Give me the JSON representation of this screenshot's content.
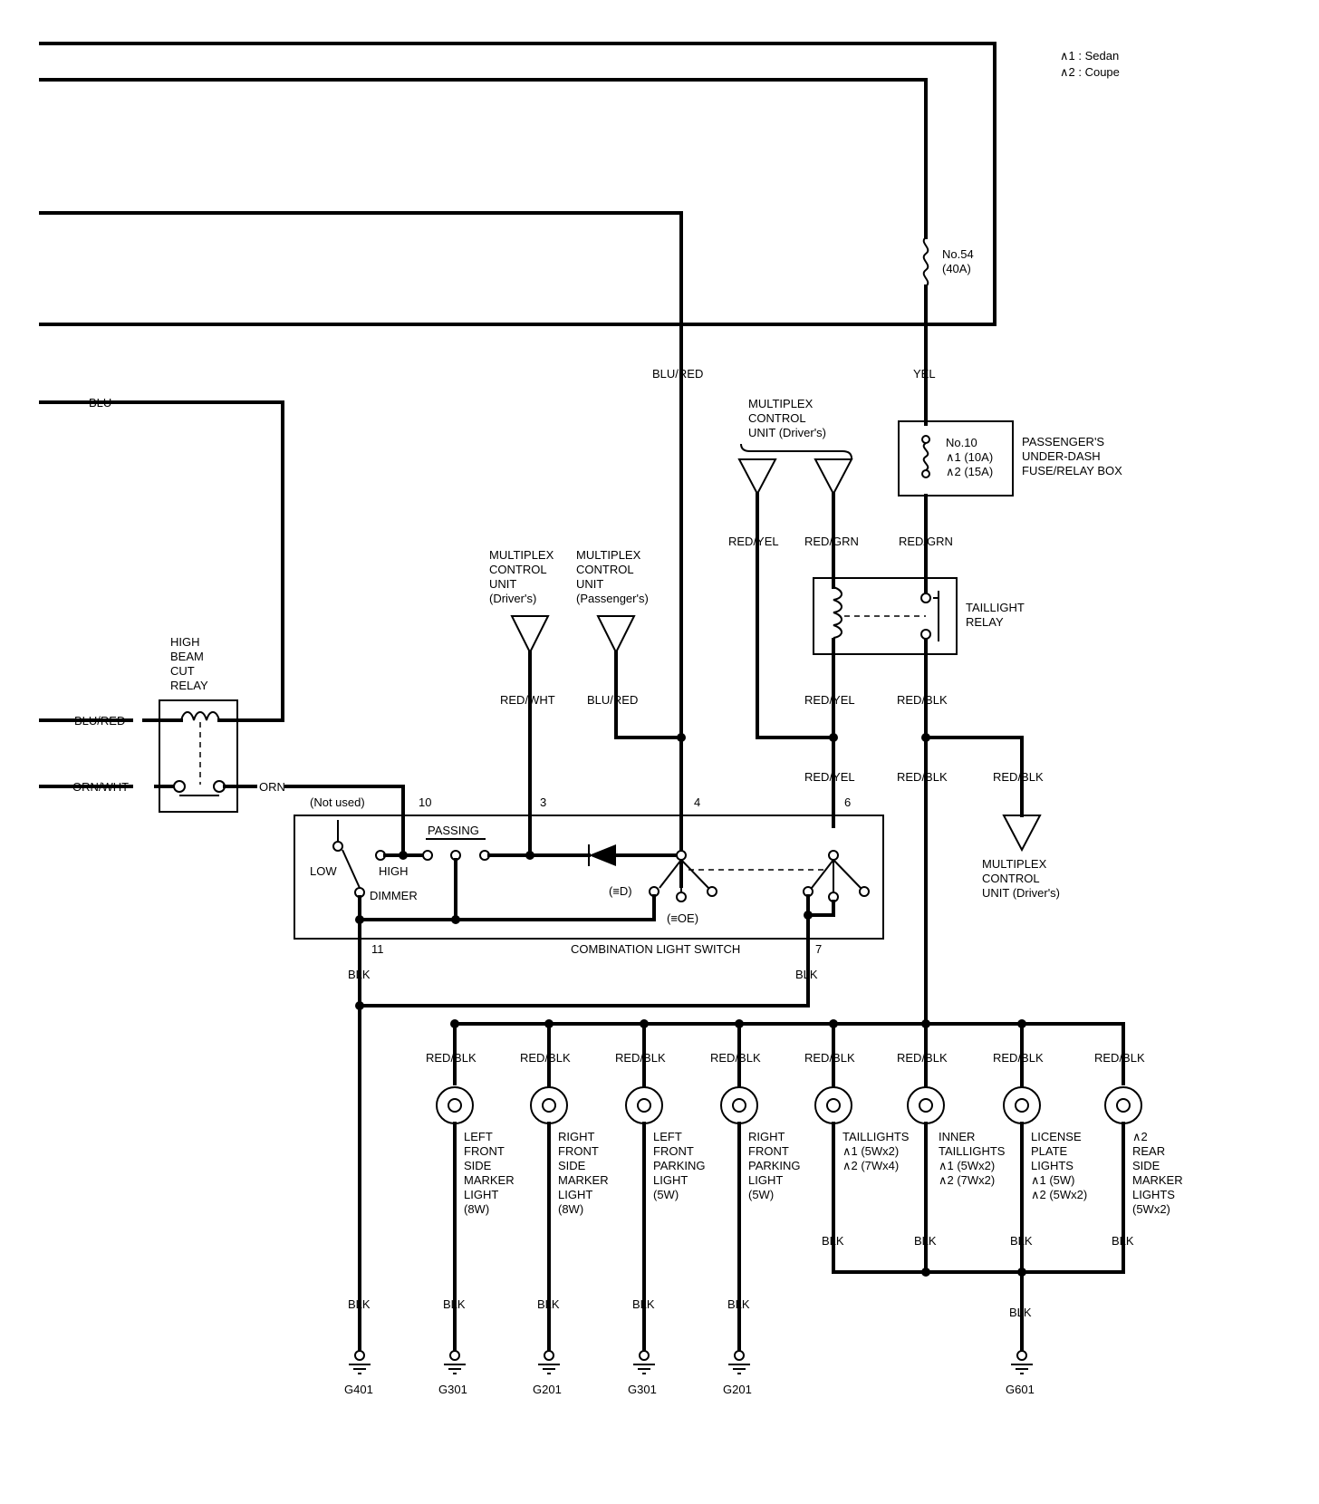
{
  "legend": {
    "l1": "∧1 : Sedan",
    "l2": "∧2 : Coupe"
  },
  "fuse54": {
    "name": "No.54",
    "rating": "(40A)"
  },
  "fuse10": {
    "name": "No.10",
    "r1": "∧1 (10A)",
    "r2": "∧2 (15A)"
  },
  "fusebox": {
    "l1": "PASSENGER'S",
    "l2": "UNDER-DASH",
    "l3": "FUSE/RELAY BOX"
  },
  "taillight_relay": {
    "l1": "TAILLIGHT",
    "l2": "RELAY"
  },
  "high_beam_relay": {
    "l1": "HIGH",
    "l2": "BEAM",
    "l3": "CUT",
    "l4": "RELAY"
  },
  "mcu_top": {
    "l1": "MULTIPLEX",
    "l2": "CONTROL",
    "l3": "UNIT (Driver's)"
  },
  "mcu_driver": {
    "l1": "MULTIPLEX",
    "l2": "CONTROL",
    "l3": "UNIT",
    "l4": "(Driver's)"
  },
  "mcu_passenger": {
    "l1": "MULTIPLEX",
    "l2": "CONTROL",
    "l3": "UNIT",
    "l4": "(Passenger's)"
  },
  "mcu_right": {
    "l1": "MULTIPLEX",
    "l2": "CONTROL",
    "l3": "UNIT (Driver's)"
  },
  "wires": {
    "blu": "BLU",
    "blu_red_top": "BLU/RED",
    "yel": "YEL",
    "red_yel_a": "RED/YEL",
    "red_grn_a": "RED/GRN",
    "red_grn_b": "RED/GRN",
    "red_yel_b": "RED/YEL",
    "red_blk_a": "RED/BLK",
    "red_yel_c": "RED/YEL",
    "red_blk_b": "RED/BLK",
    "red_blk_c": "RED/BLK",
    "red_wht": "RED/WHT",
    "blu_red_mcu": "BLU/RED",
    "blu_red_relay": "BLU/RED",
    "orn_wht": "ORN/WHT",
    "orn": "ORN",
    "blk_11": "BLK",
    "blk_7": "BLK"
  },
  "switch": {
    "title": "COMBINATION LIGHT SWITCH",
    "not_used": "(Not used)",
    "passing": "PASSING",
    "low": "LOW",
    "high": "HIGH",
    "dimmer": "DIMMER",
    "pos1": "(≡D)",
    "pos2": "(≡OE)",
    "pin10": "10",
    "pin3": "3",
    "pin4": "4",
    "pin6": "6",
    "pin11": "11",
    "pin7": "7"
  },
  "lights": [
    {
      "wire": "RED/BLK",
      "l1": "LEFT",
      "l2": "FRONT",
      "l3": "SIDE",
      "l4": "MARKER",
      "l5": "LIGHT",
      "l6": "(8W)",
      "gnd_wire": "BLK",
      "gnd": "G301"
    },
    {
      "wire": "RED/BLK",
      "l1": "RIGHT",
      "l2": "FRONT",
      "l3": "SIDE",
      "l4": "MARKER",
      "l5": "LIGHT",
      "l6": "(8W)",
      "gnd_wire": "BLK",
      "gnd": "G201"
    },
    {
      "wire": "RED/BLK",
      "l1": "LEFT",
      "l2": "FRONT",
      "l3": "PARKING",
      "l4": "LIGHT",
      "l5": "(5W)",
      "l6": "",
      "gnd_wire": "BLK",
      "gnd": "G301"
    },
    {
      "wire": "RED/BLK",
      "l1": "RIGHT",
      "l2": "FRONT",
      "l3": "PARKING",
      "l4": "LIGHT",
      "l5": "(5W)",
      "l6": "",
      "gnd_wire": "BLK",
      "gnd": "G201"
    },
    {
      "wire": "RED/BLK",
      "l1": "TAILLIGHTS",
      "l2": "∧1 (5Wx2)",
      "l3": "∧2 (7Wx4)",
      "l4": "",
      "l5": "",
      "l6": "",
      "gnd_wire": "BLK",
      "gnd": ""
    },
    {
      "wire": "RED/BLK",
      "l1": "INNER",
      "l2": "TAILLIGHTS",
      "l3": "∧1 (5Wx2)",
      "l4": "∧2 (7Wx2)",
      "l5": "",
      "l6": "",
      "gnd_wire": "BLK",
      "gnd": ""
    },
    {
      "wire": "RED/BLK",
      "l1": "LICENSE",
      "l2": "PLATE",
      "l3": "LIGHTS",
      "l4": "∧1 (5W)",
      "l5": "∧2 (5Wx2)",
      "l6": "",
      "gnd_wire": "BLK",
      "gnd": ""
    },
    {
      "wire": "RED/BLK",
      "l1": "∧2",
      "l2": "REAR",
      "l3": "SIDE",
      "l4": "MARKER",
      "l5": "LIGHTS",
      "l6": "(5Wx2)",
      "gnd_wire": "BLK",
      "gnd": ""
    }
  ],
  "ground_g401": {
    "wire": "BLK",
    "name": "G401"
  },
  "ground_g601": {
    "wire": "BLK",
    "name": "G601"
  }
}
